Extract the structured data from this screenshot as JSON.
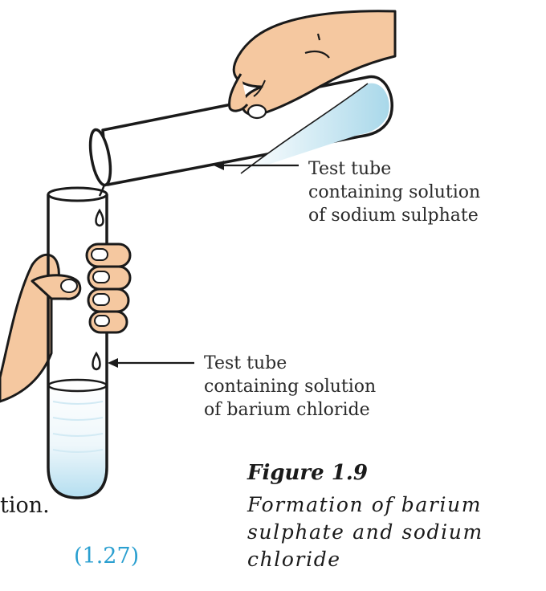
{
  "labels": {
    "upper_tube": [
      "Test tube",
      "containing solution",
      "of sodium sulphate"
    ],
    "lower_tube": [
      "Test tube",
      "containing solution",
      "of barium chloride"
    ]
  },
  "caption": {
    "title": "Figure 1.9",
    "lines": [
      "Formation of barium",
      "sulphate and sodium",
      "chloride"
    ]
  },
  "text_fragment": "tion.",
  "equation_number": "(1.27)",
  "colors": {
    "skin": "#f5c8a0",
    "outline": "#1a1a1a",
    "solution_blue": "#a9d8ea",
    "equation_number": "#2a9fd0"
  }
}
